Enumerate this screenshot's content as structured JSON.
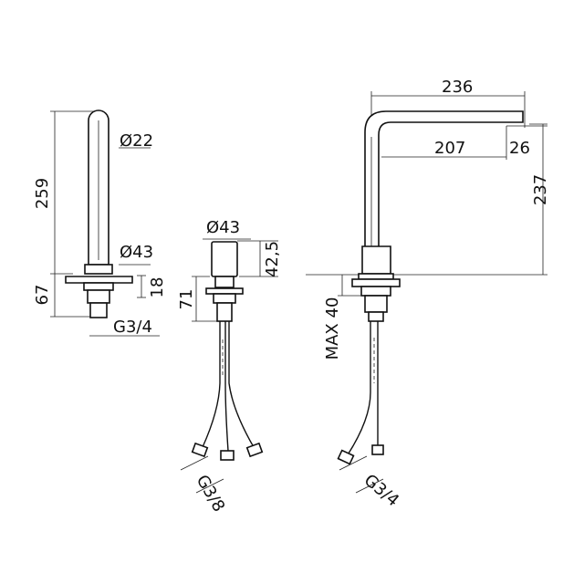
{
  "views": {
    "spout": {
      "height_total": "259",
      "pipe_diameter": "Ø22",
      "base_diameter": "Ø43",
      "below_deck": "67",
      "flange": "18",
      "thread": "G3/4"
    },
    "handle": {
      "diameter": "Ø43",
      "height_above": "42,5",
      "height_below": "71",
      "thread": "G3/8"
    },
    "mixer": {
      "reach_total": "236",
      "reach_inner": "207",
      "spout_drop": "26",
      "height": "237",
      "deck_max": "MAX 40",
      "thread": "G3/4"
    }
  },
  "colors": {
    "line": "#111111",
    "background": "#ffffff"
  }
}
